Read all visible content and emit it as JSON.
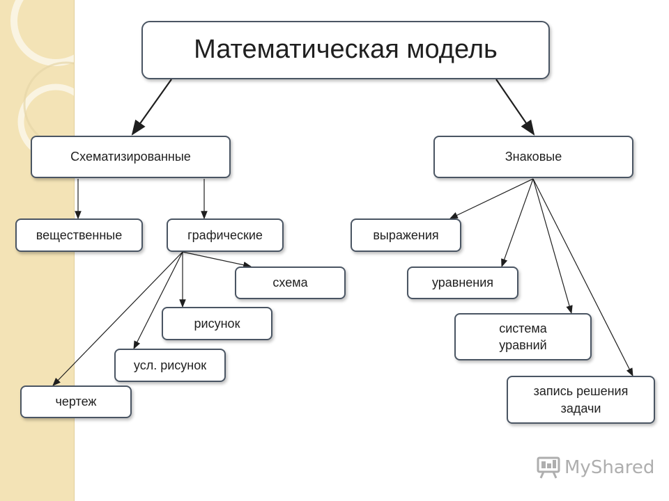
{
  "title": "Математическая модель",
  "categories": {
    "schematic": "Схематизированные",
    "symbolic": "Знаковые"
  },
  "schematic_children": {
    "material": "вещественные",
    "graphic": "графические"
  },
  "graphic_children": {
    "scheme": "схема",
    "picture": "рисунок",
    "conditional_picture": "усл. рисунок",
    "drawing": "чертеж"
  },
  "symbolic_children": {
    "expressions": "выражения",
    "equations": "уравнения",
    "system_line1": "система",
    "system_line2": "уравний",
    "solution_line1": "запись решения",
    "solution_line2": "задачи"
  },
  "watermark": {
    "text": "MyShared",
    "icon": "presentation-board-icon"
  },
  "colors": {
    "border": "#4a5563",
    "connector": "#1f1f1f",
    "side_strip": "#f3e3b6"
  }
}
